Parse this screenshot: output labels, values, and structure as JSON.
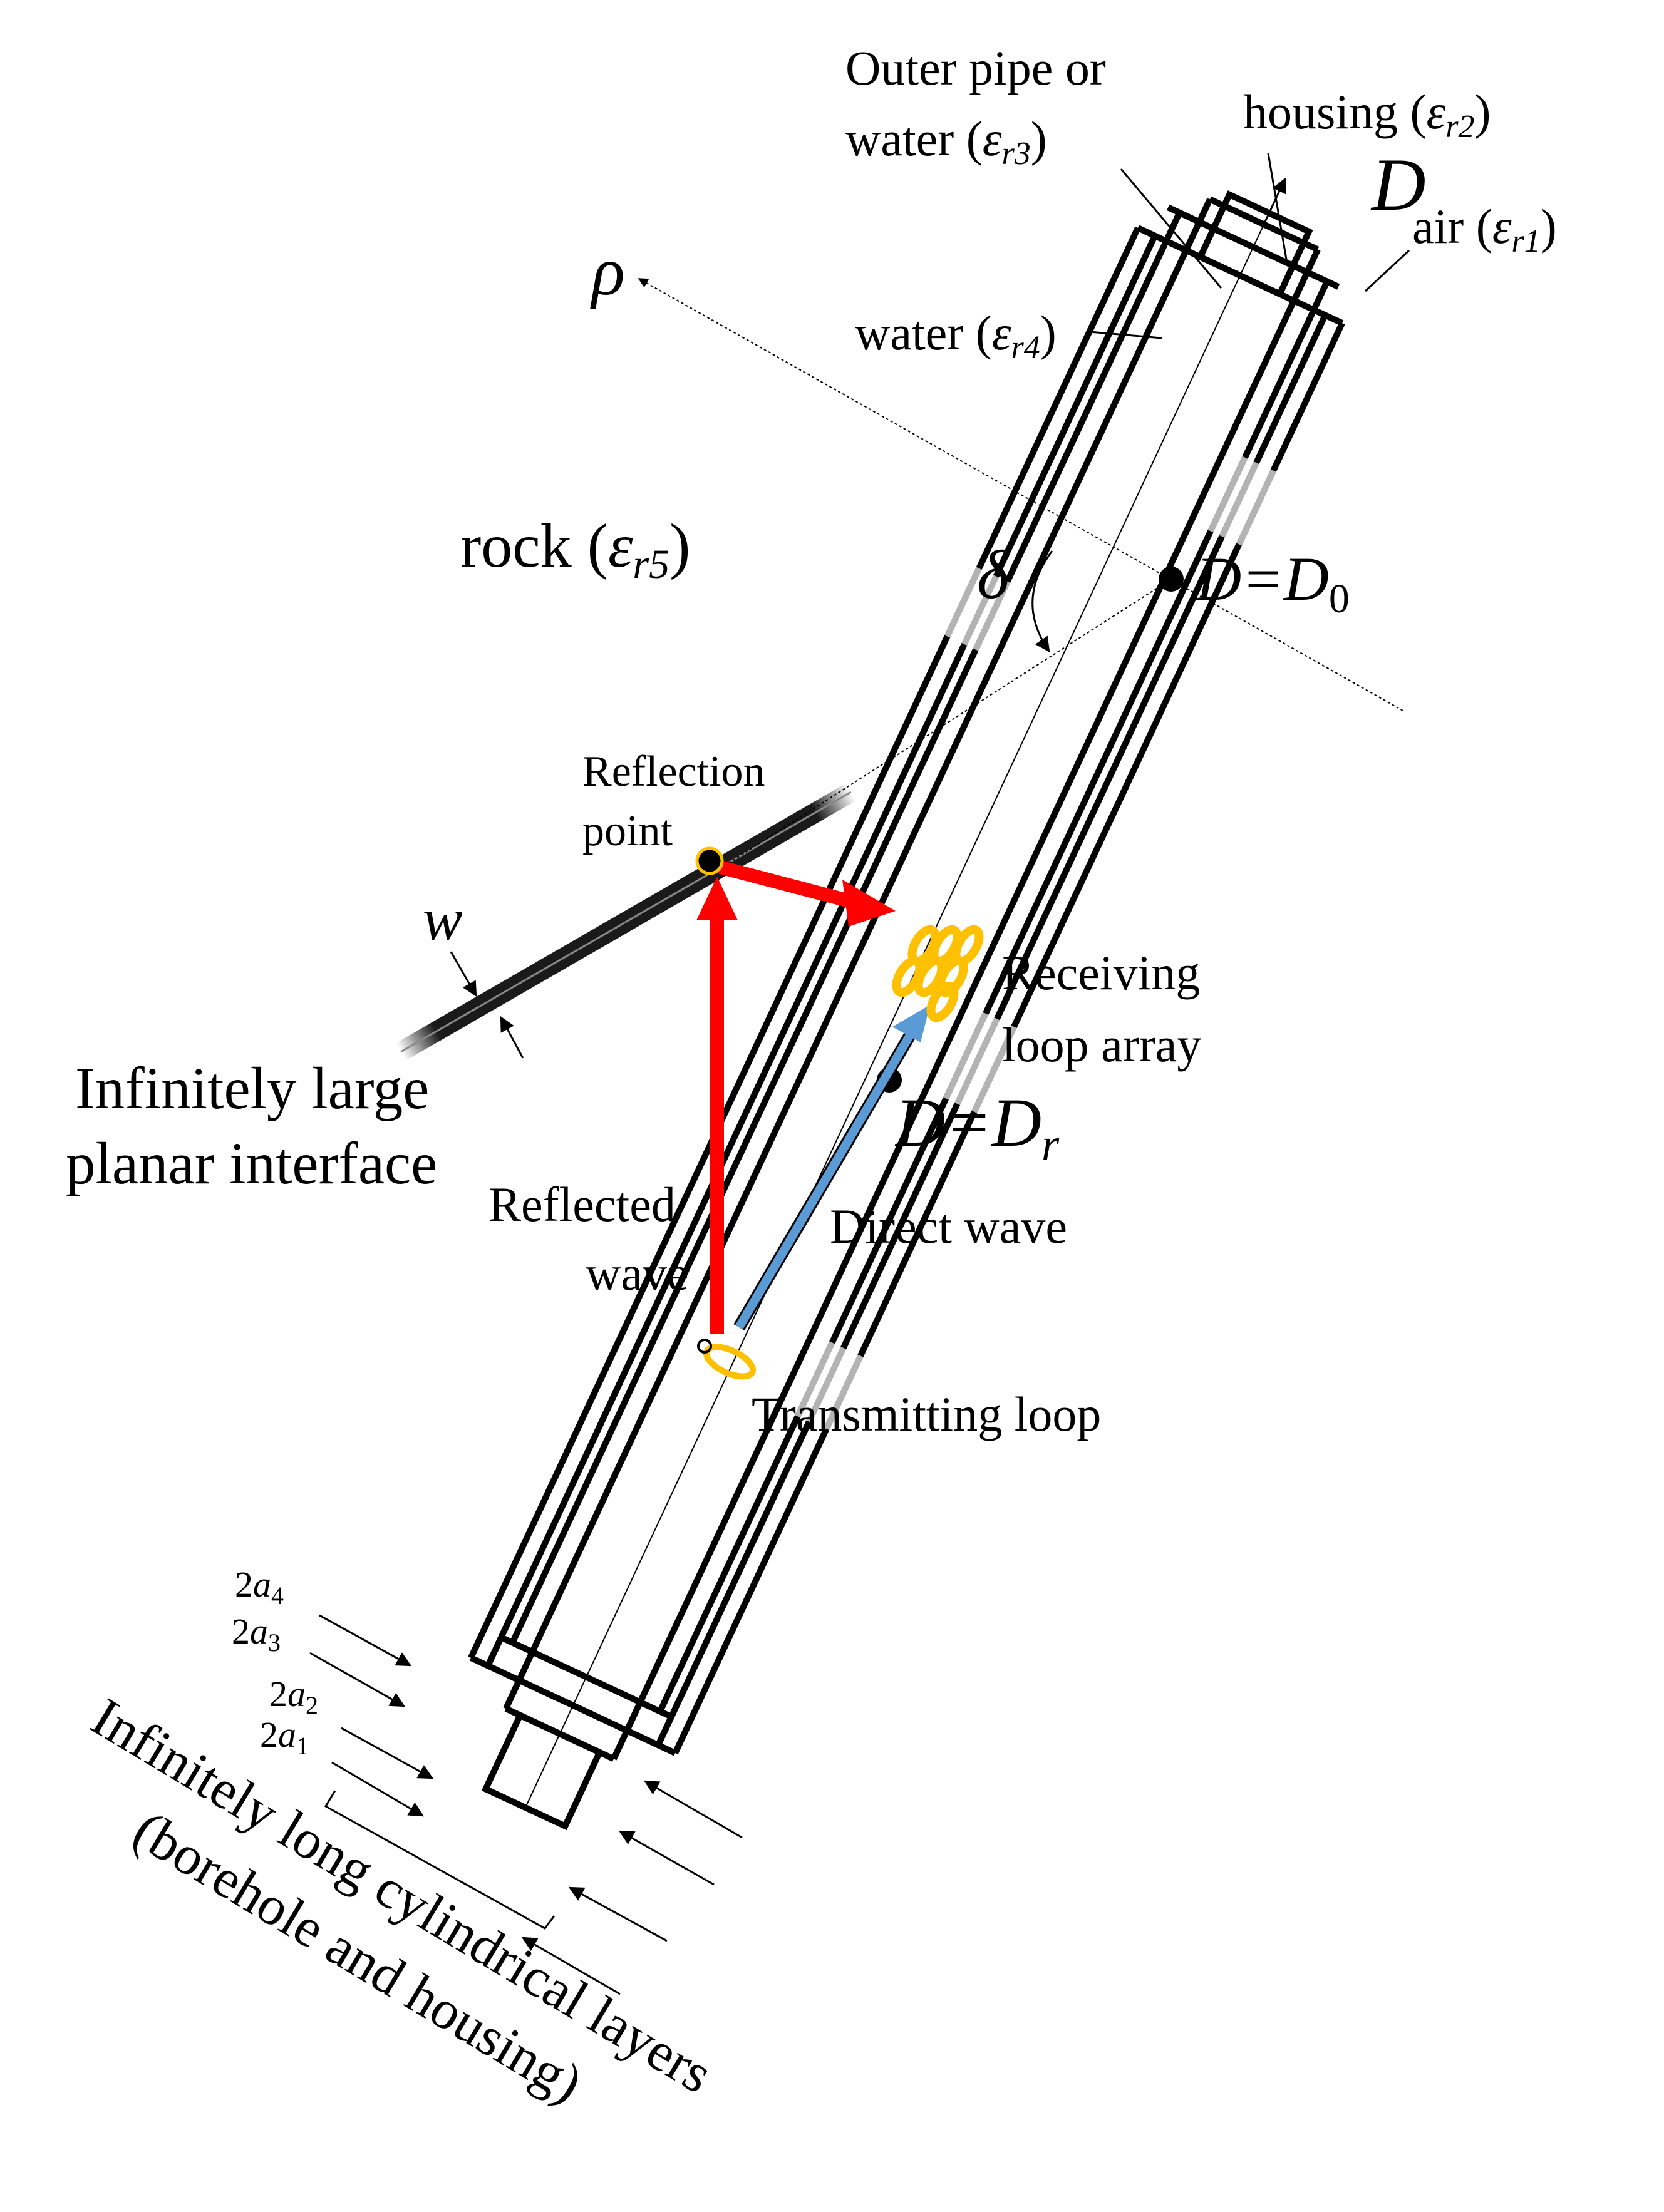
{
  "labels": {
    "outer_pipe_1": "Outer pipe or",
    "outer_pipe_2": "water (",
    "eps": "ε",
    "r3": "r3",
    "housing": "housing (",
    "r2": "r2",
    "close": ")",
    "D": "D",
    "air": "air (",
    "r1": "r1",
    "rho": "ρ",
    "water4": "water (",
    "r4": "r4",
    "rock": "rock (",
    "r5": "r5",
    "delta": "δ",
    "D0_a": "D=D",
    "D0_sub": "0",
    "reflection_1": "Reflection",
    "reflection_2": "point",
    "w": "w",
    "interface_1": "Infinitely large",
    "interface_2": "planar interface",
    "receiving_1": "Receiving",
    "receiving_2": "loop array",
    "Dr_a": "D=D",
    "Dr_sub": "r",
    "reflected_1": "Reflected",
    "reflected_2": "wave",
    "direct": "Direct wave",
    "transmitting": "Transmitting loop",
    "a4_pre": "2",
    "a4_var": "a",
    "a4_sub": "4",
    "a3_sub": "3",
    "a2_sub": "2",
    "a1_sub": "1",
    "cyl_1": "Infinitely long cylindrical layers",
    "cyl_2": "(borehole and housing)"
  },
  "colors": {
    "line": "#000000",
    "reflected_wave": "#ff0000",
    "direct_wave": "#5b9bd5",
    "loop": "#ffc000",
    "interface": "#1a1a1a"
  }
}
